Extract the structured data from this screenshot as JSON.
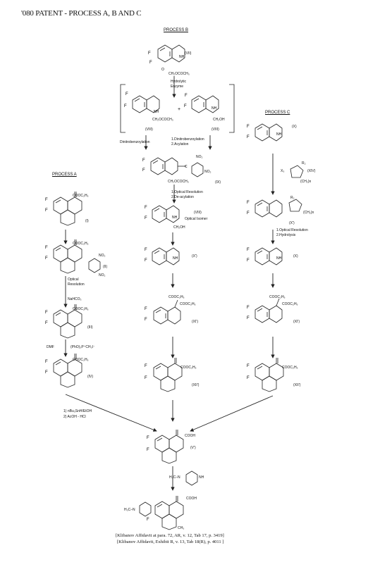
{
  "title": "'080 PATENT - PROCESS A, B AND C",
  "headers": {
    "process_a": "PROCESS A",
    "process_b": "PROCESS B",
    "process_c": "PROCESS C"
  },
  "process_b": {
    "compound_vii_label": "(VII)",
    "compound_vii_sub": "CH₂OCOCH₃",
    "hydrolytic_1": "Hydrolytic",
    "hydrolytic_2": "Enzyme",
    "viii_a_label": "(VIII)",
    "viii_a_sub": "CH₂OCOCH₃",
    "viii_b_label": "(VIII)",
    "viii_b_sub": "CH₂OH",
    "dinitro_left": "Dinitrobenzoylation",
    "dinitro_right_1": "1.Dinitrobenzoylation",
    "dinitro_right_2": "2.Acylation",
    "ix_label": "(IX)",
    "ix_no2_top": "NO₂",
    "ix_no2_bottom": "NO₂",
    "ix_sub": "CH₂OCOCH₃",
    "step_optical_1": "1.Optical Resolution",
    "step_optical_2": "2.De-acylation",
    "viii_c_label": "(VIII)",
    "optical_isomer": "Optical Isomer",
    "viii_c_sub": "CH₂OH",
    "x_label": "(X')",
    "xi_label": "(XI')",
    "xi_sub_1": "COOC₂H₅",
    "xi_sub_2": "COOC₂H₅",
    "xii_label": "(XII')",
    "xii_sub": "COOC₂H₅"
  },
  "process_a": {
    "i_label": "(I)",
    "i_sub": "COOC₂H₅",
    "ii_label": "(II)",
    "ii_sub": "COOC₂H₅",
    "ii_no2_a": "NO₂",
    "ii_no2_b": "NO₂",
    "step_optical_1": "Optical",
    "step_optical_2": "Resolution",
    "nahco3": "NaHCO₃",
    "iii_label": "(III)",
    "iii_sub": "COOC₂H₅",
    "dmf": "DMF",
    "reagent": "(PhO)₃P⁺CH₃I⁻",
    "iv_label": "(IV)",
    "iv_sub": "COOC₂H₅",
    "final_step_1": "1) nBu₃SnH/EtOH",
    "final_step_2": "2) AcOH - HCl"
  },
  "process_c": {
    "x_label": "(X)",
    "xiv_label": "(XIV)",
    "xiv_r": "R₂",
    "xiv_x": "X₃",
    "xiv_ring": "(CH₂)n",
    "xv_label": "(X')",
    "xv_r": "R₂",
    "xv_ring": "(CH₂)n",
    "step_1": "1.Optical Resolution",
    "step_2": "2.Hydrolysis",
    "x2_label": "(X)",
    "xi_label": "(XI')",
    "xi_sub_1": "COOC₂H₅",
    "xi_sub_2": "COOC₂H₅",
    "xii_label": "(XII')",
    "xii_sub": "COOC₂H₅"
  },
  "final": {
    "v_label": "(V')",
    "v_sub": "COOH",
    "reagent_a": "H₃C–N",
    "reagent_b": "NH",
    "product_sub": "COOH",
    "product_n": "H₃C–N",
    "product_ch3": "CH₃"
  },
  "citation": {
    "line1": "[Klibanov Affidavit at para. 72, AR, v. 12, Tab 17, p. 3419]",
    "line2": "[Klibanov Affidavit, Exhibit R, v. 13, Tab 18(R), p. 4011 ]"
  }
}
